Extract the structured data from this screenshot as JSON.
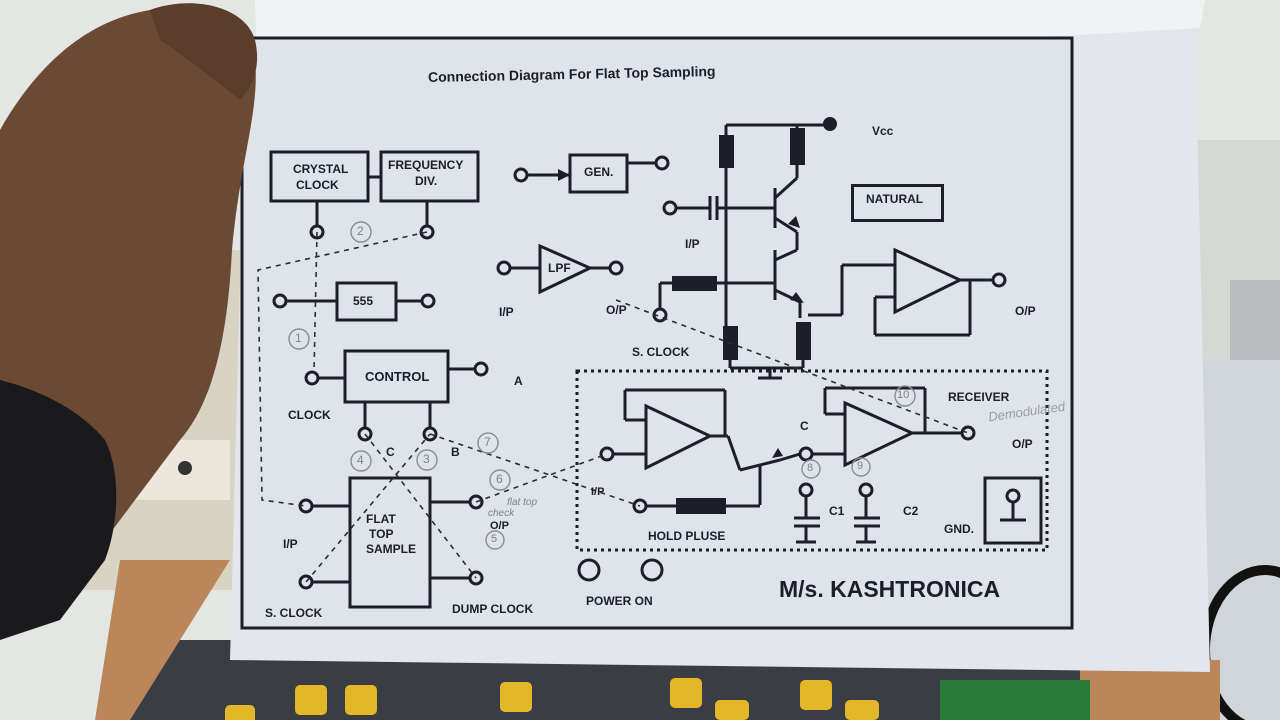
{
  "diagram": {
    "title": "Connection Diagram For Flat Top Sampling",
    "blocks": {
      "crystal_clock_1": "CRYSTAL",
      "crystal_clock_2": "CLOCK",
      "freq_div_1": "FREQUENCY",
      "freq_div_2": "DIV.",
      "gen": "GEN.",
      "lpf": "LPF",
      "timer_555": "555",
      "control": "CONTROL",
      "natural": "NATURAL",
      "flat_top_1": "FLAT",
      "flat_top_2": "TOP",
      "flat_top_3": "SAMPLE"
    },
    "labels": {
      "vcc": "Vcc",
      "ip_amp": "I/P",
      "ip_lpf": "I/P",
      "op_lpf": "O/P",
      "op_natural": "O/P",
      "s_clock_top": "S. CLOCK",
      "clock": "CLOCK",
      "a": "A",
      "b": "B",
      "c_control": "C",
      "ip_flat": "I/P",
      "op_flat": "O/P",
      "s_clock_bottom": "S. CLOCK",
      "dump_clock": "DUMP CLOCK",
      "power_on": "POWER ON",
      "receiver": "RECEIVER",
      "c_receiver": "C",
      "op_receiver": "O/P",
      "ip_receiver": "I/P",
      "hold_pluse": "HOLD PLUSE",
      "c1": "C1",
      "c2": "C2",
      "gnd": "GND.",
      "brand": "M/s. KASHTRONICA"
    },
    "handwritten": {
      "n1": "1",
      "n2": "2",
      "n3": "3",
      "n4": "4",
      "n5": "5",
      "n6": "6",
      "n7": "7",
      "n8": "8",
      "n9": "9",
      "n10": "10",
      "flat_top": "flat top",
      "check": "check",
      "demodulated": "Demodulated"
    }
  },
  "colors": {
    "paper": "#dfe3ea",
    "ink": "#1c1f2a",
    "skin": "#6b4a35",
    "wall": "#e4e6e3"
  }
}
